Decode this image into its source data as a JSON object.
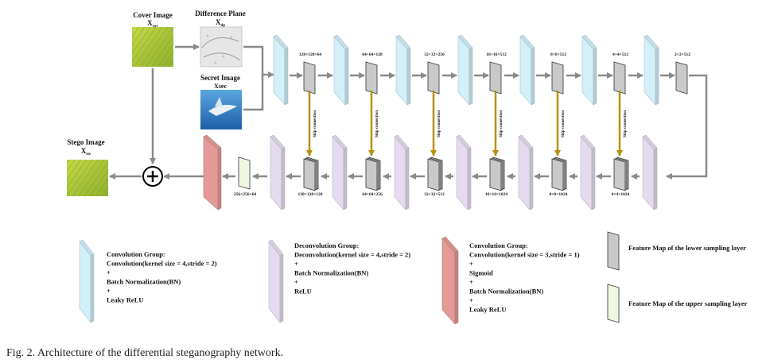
{
  "labels": {
    "cover_title": "Cover Image",
    "cover_sym": "X",
    "cover_sub": "cov",
    "diff_title": "Difference Plane",
    "diff_sym": "X",
    "diff_sub": "dp",
    "secret_title": "Secret Image",
    "secret_sym": "Xsec",
    "stego_title": "Stego Image",
    "stego_sym": "X",
    "stego_sub": "ste",
    "skip": "Skip connection"
  },
  "encoder_sizes": [
    "128×128×64",
    "64×64×128",
    "32×32×256",
    "16×16×512",
    "8×8×512",
    "4×4×512",
    "2×2×512"
  ],
  "decoder_sizes": [
    "256×256×64",
    "128×128×128",
    "64×64×256",
    "32×32×512",
    "16×16×1024",
    "8×8×1024",
    "4×4×1024"
  ],
  "legend": {
    "conv_group": [
      "Convolution Group:",
      "Convolution(kernel size = 4,stride = 2)",
      "+",
      "Batch Normalization(BN)",
      "+",
      "Leaky ReLU"
    ],
    "deconv_group": [
      "Deconvolution Group:",
      "Deconvolution(kernel size = 4,stride = 2)",
      "+",
      "Batch Normalization(BN)",
      "+",
      "ReLU"
    ],
    "final_group": [
      "Convolution Group:",
      "Convolution(kernel size = 3,stride = 1)",
      "+",
      "Sigmoid",
      "+",
      "Batch Normalization(BN)",
      "+",
      "Leaky ReLU"
    ],
    "fm_lower": "Feature Map of the lower sampling layer",
    "fm_upper": "Feature Map of the upper sampling layer"
  },
  "caption": "Fig. 2.    Architecture of the differential steganography network.",
  "colors": {
    "conv": "#d3eff8",
    "deconv": "#e4dcee",
    "final": "#e49a98",
    "fm_lower": "#c9c9c9",
    "fm_upper": "#eff7e2",
    "skip": "#b8900f",
    "arrow": "#8a8a8a"
  }
}
